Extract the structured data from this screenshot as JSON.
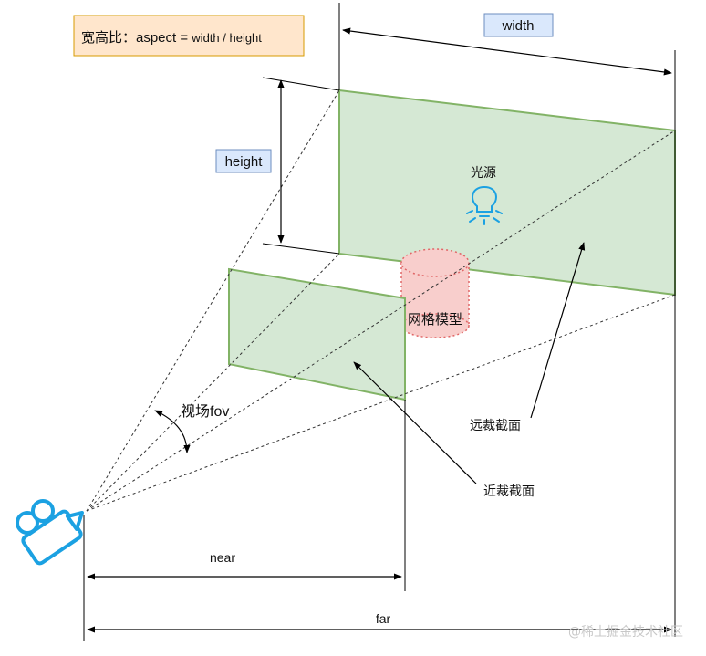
{
  "aspect_label": {
    "prefix": "宽高比：aspect = ",
    "formula": "width / height"
  },
  "dims": {
    "width": "width",
    "height": "height",
    "near": "near",
    "far": "far"
  },
  "labels": {
    "light": "光源",
    "mesh": "网格模型",
    "fov": "视场fov",
    "far_plane": "远裁截面",
    "near_plane": "近裁截面"
  },
  "watermark": "@稀土掘金技术社区",
  "icons": {
    "camera": "camera-icon",
    "light": "light-bulb-icon"
  },
  "colors": {
    "plane_fill": "#d5e8d4",
    "plane_stroke": "#82b366",
    "mesh_fill": "#f8cecc",
    "mesh_stroke": "#e06666",
    "label_box_fill": "#dae8fc",
    "label_box_stroke": "#6c8ebf",
    "aspect_box_fill": "#ffe6cc",
    "aspect_box_stroke": "#d79b00",
    "icon_blue": "#1ba1e2"
  }
}
